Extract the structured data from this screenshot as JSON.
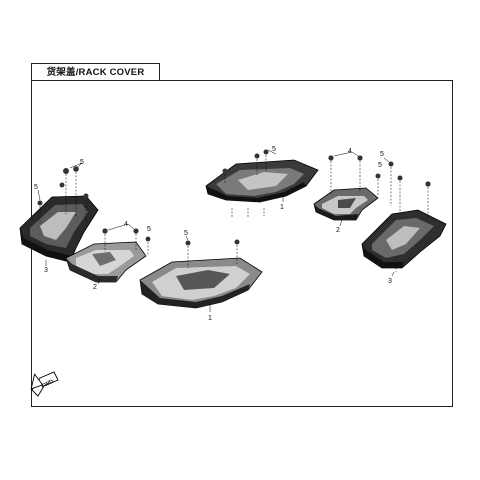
{
  "title": "货架盖/RACK COVER",
  "fwd_label": "FWD",
  "callouts": {
    "a5_top": "5",
    "a5_left": "5",
    "a3": "3",
    "b4": "4",
    "b5": "5",
    "b2": "2",
    "c5": "5",
    "c1": "1",
    "d5": "5",
    "d1": "1",
    "e4": "4",
    "e5": "5",
    "e2": "2",
    "f5": "5",
    "f3": "3"
  }
}
